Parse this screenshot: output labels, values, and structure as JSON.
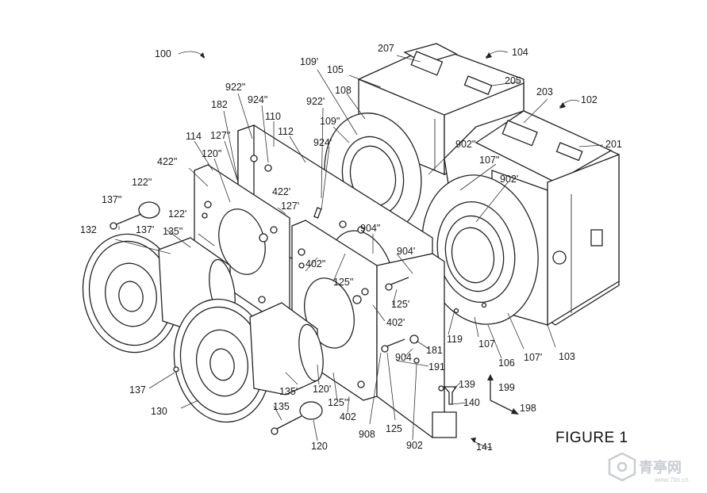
{
  "figure": {
    "title": "FIGURE 1",
    "watermark": "青亭网",
    "watermark_sub": "www.7tin.cn"
  },
  "labels": [
    {
      "id": "l100",
      "text": "100"
    },
    {
      "id": "l207",
      "text": "207"
    },
    {
      "id": "l104",
      "text": "104"
    },
    {
      "id": "l105",
      "text": "105"
    },
    {
      "id": "l109p",
      "text": "109'"
    },
    {
      "id": "l205",
      "text": "205"
    },
    {
      "id": "l203",
      "text": "203"
    },
    {
      "id": "l102",
      "text": "102"
    },
    {
      "id": "l922pp",
      "text": "922\""
    },
    {
      "id": "l924pp",
      "text": "924\""
    },
    {
      "id": "l182",
      "text": "182"
    },
    {
      "id": "l110",
      "text": "110"
    },
    {
      "id": "l108",
      "text": "108"
    },
    {
      "id": "l922p",
      "text": "922'"
    },
    {
      "id": "l127pp",
      "text": "127\""
    },
    {
      "id": "l112",
      "text": "112"
    },
    {
      "id": "l109pp",
      "text": "109\""
    },
    {
      "id": "l114",
      "text": "114"
    },
    {
      "id": "l924p",
      "text": "924'"
    },
    {
      "id": "l902pp",
      "text": "902\""
    },
    {
      "id": "l201",
      "text": "201"
    },
    {
      "id": "l422pp",
      "text": "422\""
    },
    {
      "id": "l120pp",
      "text": "120\""
    },
    {
      "id": "l107pp",
      "text": "107\""
    },
    {
      "id": "l902p",
      "text": "902'"
    },
    {
      "id": "l122pp",
      "text": "122\""
    },
    {
      "id": "l422p",
      "text": "422'"
    },
    {
      "id": "l127p",
      "text": "127'"
    },
    {
      "id": "l137pp",
      "text": "137\""
    },
    {
      "id": "l122p",
      "text": "122'"
    },
    {
      "id": "l904pp",
      "text": "904\""
    },
    {
      "id": "l132",
      "text": "132"
    },
    {
      "id": "l137p",
      "text": "137'"
    },
    {
      "id": "l135pp",
      "text": "135\""
    },
    {
      "id": "l904p",
      "text": "904'"
    },
    {
      "id": "l402pp",
      "text": "402\""
    },
    {
      "id": "l125p",
      "text": "125\""
    },
    {
      "id": "l125p2",
      "text": "125'"
    },
    {
      "id": "l402p",
      "text": "402'"
    },
    {
      "id": "l119",
      "text": "119"
    },
    {
      "id": "l107",
      "text": "107"
    },
    {
      "id": "l181",
      "text": "181"
    },
    {
      "id": "l904",
      "text": "904"
    },
    {
      "id": "l106",
      "text": "106"
    },
    {
      "id": "l107p",
      "text": "107'"
    },
    {
      "id": "l103",
      "text": "103"
    },
    {
      "id": "l191",
      "text": "191"
    },
    {
      "id": "l137",
      "text": "137"
    },
    {
      "id": "l135p",
      "text": "135'"
    },
    {
      "id": "l120p",
      "text": "120'"
    },
    {
      "id": "l139",
      "text": "139"
    },
    {
      "id": "l199",
      "text": "199"
    },
    {
      "id": "l125pp",
      "text": "125'''"
    },
    {
      "id": "l140",
      "text": "140"
    },
    {
      "id": "l198",
      "text": "198"
    },
    {
      "id": "l130",
      "text": "130"
    },
    {
      "id": "l135",
      "text": "135"
    },
    {
      "id": "l402",
      "text": "402"
    },
    {
      "id": "l908",
      "text": "908"
    },
    {
      "id": "l125",
      "text": "125"
    },
    {
      "id": "l902",
      "text": "902"
    },
    {
      "id": "l141",
      "text": "141"
    },
    {
      "id": "l120",
      "text": "120"
    }
  ]
}
